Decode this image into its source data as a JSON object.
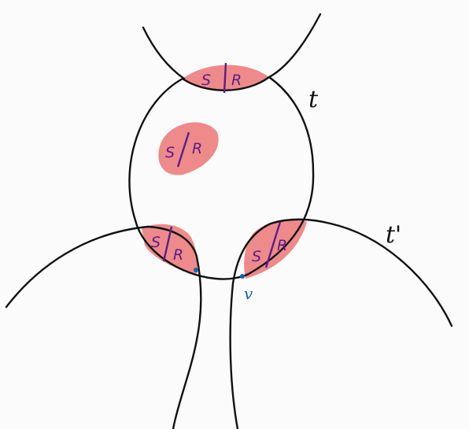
{
  "colors": {
    "background": "#fbfbfb",
    "ink": "#111111",
    "region_fill": "#ef8a8a",
    "region_text": "#5a1d8c",
    "point": "#1d5fb0"
  },
  "regions": [
    {
      "id": "top-lens",
      "left": "S",
      "right": "R"
    },
    {
      "id": "blob",
      "left": "S",
      "right": "R"
    },
    {
      "id": "left-lens",
      "left": "S",
      "right": "R"
    },
    {
      "id": "right-lens",
      "left": "S",
      "right": "R"
    }
  ],
  "labels": {
    "t": "t",
    "t_prime": "t'",
    "v": "v"
  }
}
